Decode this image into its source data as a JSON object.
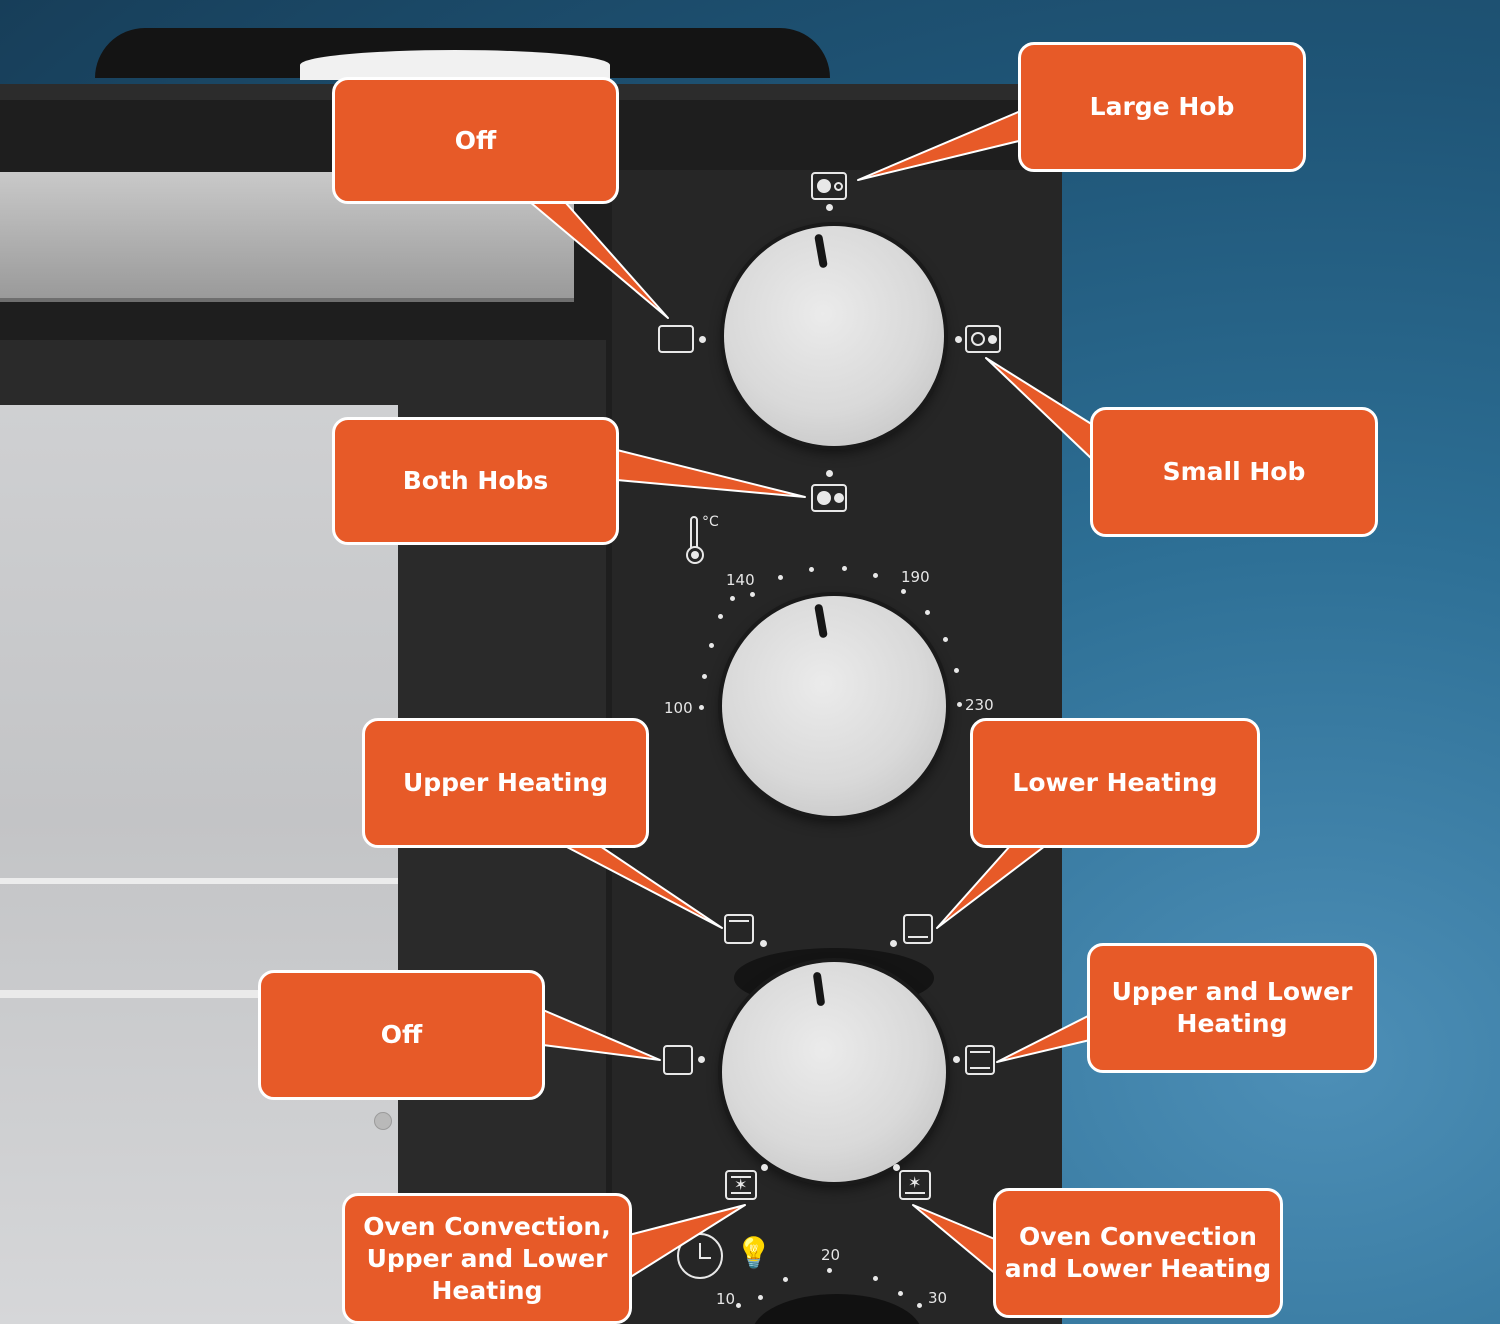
{
  "callouts": {
    "off_top": "Off",
    "large_hob": "Large Hob",
    "small_hob": "Small Hob",
    "both_hobs": "Both Hobs",
    "upper_heating": "Upper Heating",
    "lower_heating": "Lower Heating",
    "off_bottom": "Off",
    "upper_and_lower_heating": "Upper and Lower\nHeating",
    "oven_convection_upper_lower": "Oven Convection,\nUpper and Lower\nHeating",
    "oven_convection_lower": "Oven Convection\nand Lower Heating"
  },
  "temperature_scale": {
    "unit": "°C",
    "labels": [
      "100",
      "140",
      "190",
      "230"
    ]
  },
  "timer_scale": {
    "labels": [
      "10",
      "20",
      "30"
    ]
  },
  "colors": {
    "callout": "#e75a28",
    "panel": "#252525",
    "background": "#1f5577"
  }
}
